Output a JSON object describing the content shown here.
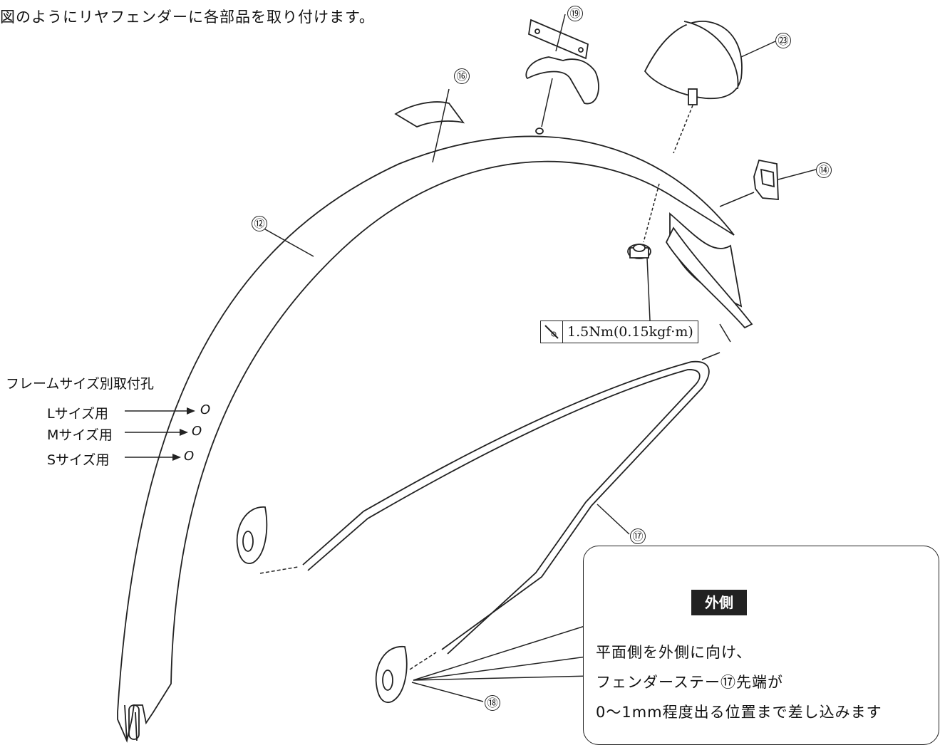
{
  "instruction": "図のようにリヤフェンダーに各部品を取り付けます。",
  "part_numbers": {
    "fender": "⑫",
    "sticker": "⑯",
    "bracket": "⑲",
    "reflector": "㉓",
    "nut": "㉓",
    "clip": "⑭",
    "stay": "⑰",
    "stay_end_clip": "⑱"
  },
  "torque": {
    "value": "1.5Nm(0.15kgf·m)",
    "icon": "wrench-icon"
  },
  "mount_holes": {
    "title": "フレームサイズ別取付孔",
    "rows": [
      {
        "label": "Lサイズ用",
        "mark": "O"
      },
      {
        "label": "Mサイズ用",
        "mark": "O"
      },
      {
        "label": "Sサイズ用",
        "mark": "O"
      }
    ]
  },
  "callout": {
    "badge": "外側",
    "icon": "u-clip-icon",
    "lines": [
      "平面側を外側に向け、",
      "フェンダーステー⑰先端が",
      "0〜1mm程度出る位置まで差し込みます"
    ]
  }
}
